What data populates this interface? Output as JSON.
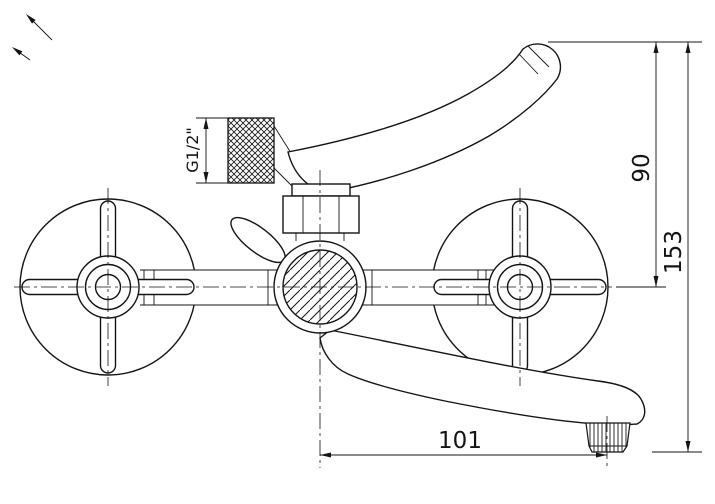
{
  "drawing": {
    "colors": {
      "background": "#ffffff",
      "line": "#141414"
    },
    "labels": {
      "thread_size": "G1/2\"",
      "dim_top_to_center": "90",
      "dim_total_height": "153",
      "dim_center_to_outlet": "101"
    }
  }
}
